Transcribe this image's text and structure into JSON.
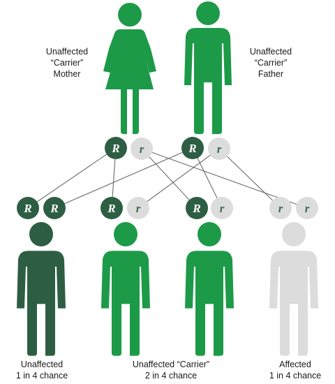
{
  "colors": {
    "dark": "#2d5e43",
    "green": "#1d9a48",
    "grey": "#dcdcdc",
    "line": "#6b6b6b"
  },
  "parents": {
    "mother": {
      "lines": [
        "Unaffected",
        "“Carrier”",
        "Mother"
      ],
      "alleles": [
        "R",
        "r"
      ]
    },
    "father": {
      "lines": [
        "Unaffected",
        "“Carrier”",
        "Father"
      ],
      "alleles": [
        "R",
        "r"
      ]
    }
  },
  "children": [
    {
      "alleles": [
        "R",
        "R"
      ],
      "status": "dark"
    },
    {
      "alleles": [
        "R",
        "r"
      ],
      "status": "green"
    },
    {
      "alleles": [
        "R",
        "r"
      ],
      "status": "green"
    },
    {
      "alleles": [
        "r",
        "r"
      ],
      "status": "grey"
    }
  ],
  "outcomes": [
    {
      "lines": [
        "Unaffected",
        "1 in 4 chance"
      ]
    },
    {
      "lines": [
        "Unaffected “Carrier”",
        "2 in 4 chance"
      ]
    },
    {
      "lines": [
        "Affected",
        "1 in 4 chance"
      ]
    }
  ]
}
